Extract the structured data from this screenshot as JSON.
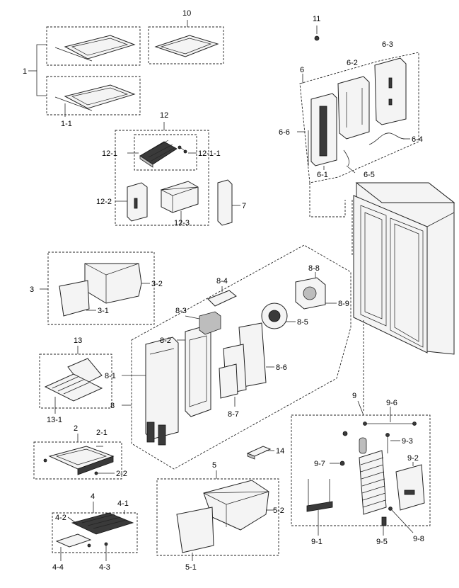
{
  "labels": {
    "p1": "1",
    "p1_1": "1-1",
    "p10": "10",
    "p11": "11",
    "p6": "6",
    "p6_2": "6-2",
    "p6_3": "6-3",
    "p6_4": "6-4",
    "p6_5": "6-5",
    "p6_6": "6-6",
    "p6_1": "6-1",
    "p12": "12",
    "p12_1": "12-1",
    "p12_1_1": "12-1-1",
    "p12_2": "12-2",
    "p12_3": "12-3",
    "p7": "7",
    "p3": "3",
    "p3_1": "3-1",
    "p3_2": "3-2",
    "p8": "8",
    "p8_1": "8-1",
    "p8_2": "8-2",
    "p8_3": "8-3",
    "p8_4": "8-4",
    "p8_5": "8-5",
    "p8_6": "8-6",
    "p8_7": "8-7",
    "p8_8": "8-8",
    "p8_9": "8-9",
    "p13": "13",
    "p13_1": "13-1",
    "p2": "2",
    "p2_1": "2-1",
    "p2_2": "2-2",
    "p14": "14",
    "p4": "4",
    "p4_1": "4-1",
    "p4_2": "4-2",
    "p4_3": "4-3",
    "p4_4": "4-4",
    "p5": "5",
    "p5_1": "5-1",
    "p5_2": "5-2",
    "p9": "9",
    "p9_1": "9-1",
    "p9_2": "9-2",
    "p9_3": "9-3",
    "p9_5": "9-5",
    "p9_6": "9-6",
    "p9_7": "9-7",
    "p9_8": "9-8"
  }
}
